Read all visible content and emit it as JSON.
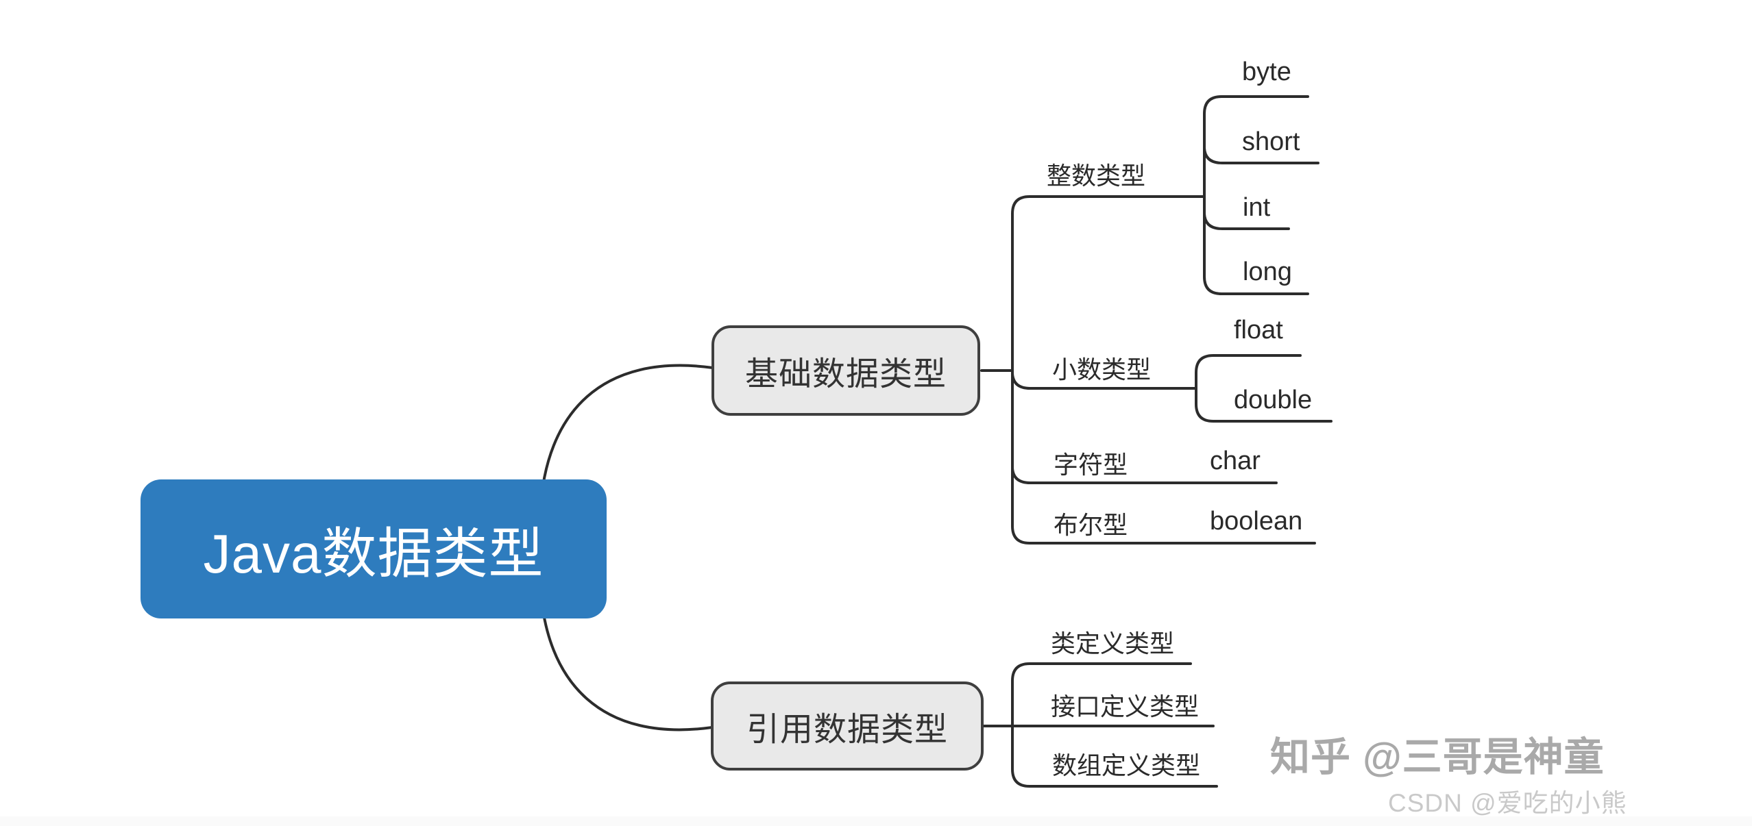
{
  "mindmap": {
    "title": "Java数据类型",
    "root": {
      "label": "Java数据类型"
    },
    "branches": [
      {
        "label": "基础数据类型",
        "children": [
          {
            "label": "整数类型",
            "children": [
              {
                "label": "byte"
              },
              {
                "label": "short"
              },
              {
                "label": "int"
              },
              {
                "label": "long"
              }
            ]
          },
          {
            "label": "小数类型",
            "children": [
              {
                "label": "float"
              },
              {
                "label": "double"
              }
            ]
          },
          {
            "label": "字符型",
            "children": [
              {
                "label": "char"
              }
            ]
          },
          {
            "label": "布尔型",
            "children": [
              {
                "label": "boolean"
              }
            ]
          }
        ]
      },
      {
        "label": "引用数据类型",
        "children": [
          {
            "label": "类定义类型",
            "children": []
          },
          {
            "label": "接口定义类型",
            "children": []
          },
          {
            "label": "数组定义类型",
            "children": []
          }
        ]
      }
    ]
  },
  "watermarks": [
    {
      "text": "知乎 @三哥是神童",
      "color": "#a9a9a9"
    },
    {
      "text": "CSDN @爱吃的小熊",
      "color": "#c9c9c9"
    }
  ],
  "colors": {
    "root_fill": "#2e7cbe",
    "root_text": "#ffffff",
    "branch_fill": "#e9e9e9",
    "branch_border": "#3f3f3f",
    "connector": "#2c2c2c",
    "label_text": "#2a2a2a",
    "background": "#ffffff"
  }
}
